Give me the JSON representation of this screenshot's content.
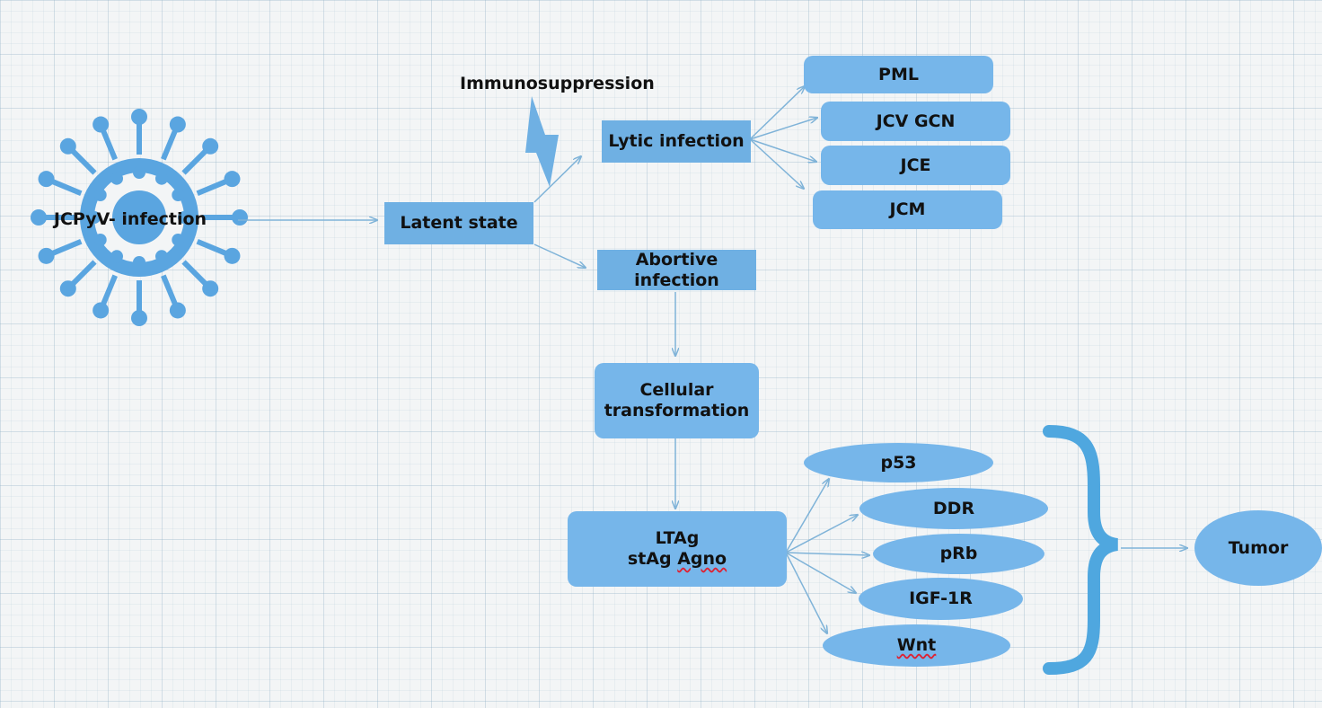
{
  "colors": {
    "node": "#76b6ea",
    "arrow": "#7fb3d8",
    "brace": "#4fa7df",
    "virus": "#5aa5e0"
  },
  "nodes": {
    "jcpyv": "JCPyV- infection",
    "latent": "Latent state",
    "immuno": "Immunosuppression",
    "lytic": "Lytic infection",
    "abortive": "Abortive infection",
    "cellular": "Cellular transformation",
    "antigens_line1": "LTAg",
    "antigens_line2a": "stAg",
    "antigens_line2b": "Agno",
    "tumor": "Tumor"
  },
  "lytic_outcomes": [
    "PML",
    "JCV GCN",
    "JCE",
    "JCM"
  ],
  "targets": [
    "p53",
    "DDR",
    "pRb",
    "IGF-1R",
    "Wnt"
  ]
}
